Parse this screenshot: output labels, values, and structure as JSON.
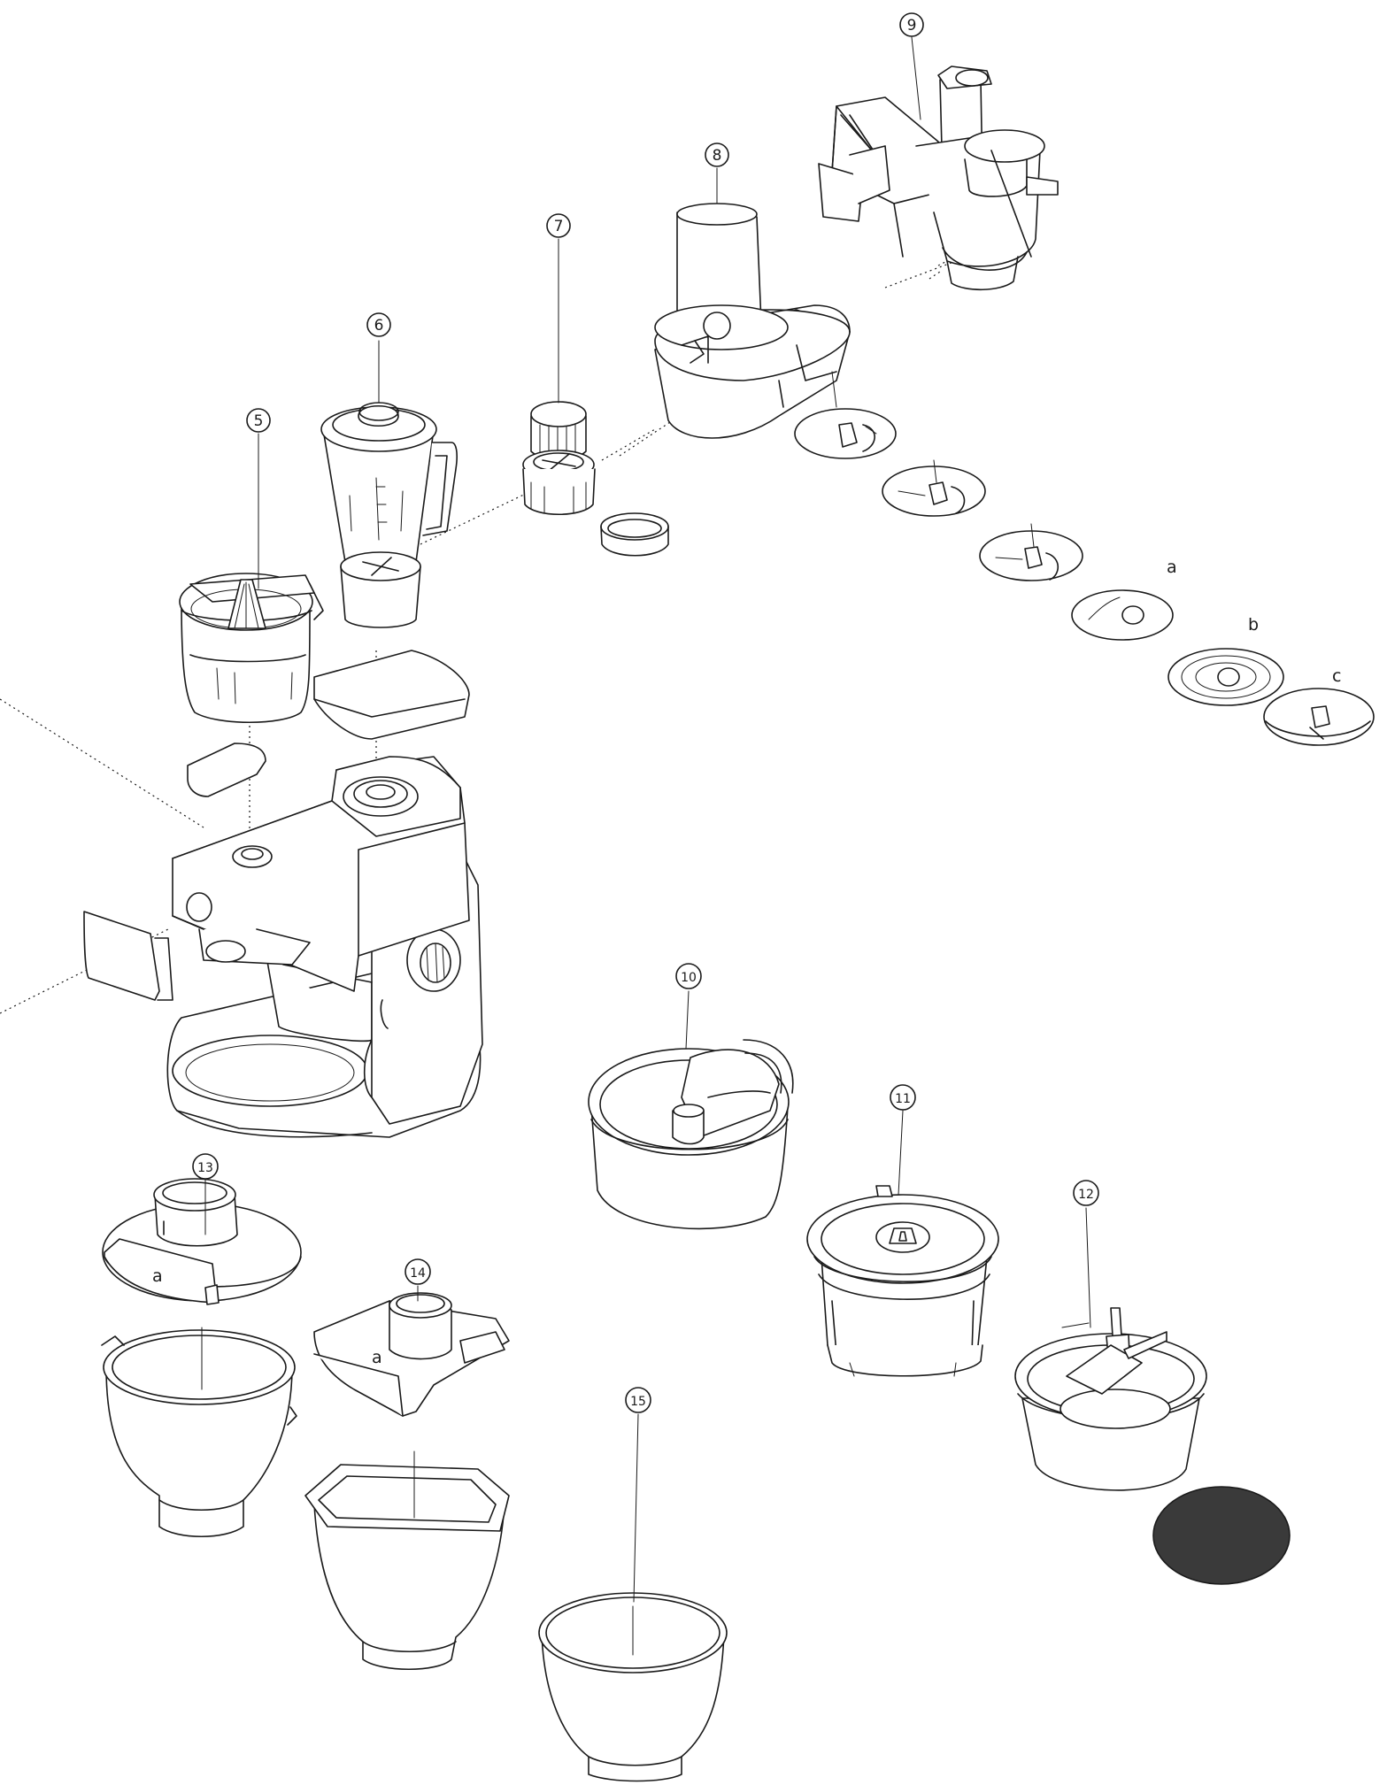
{
  "callouts": [
    "5",
    "6",
    "7",
    "8",
    "9",
    "10",
    "11",
    "12",
    "13",
    "14",
    "15"
  ],
  "sub_labels": {
    "disc_a": "a",
    "disc_b": "b",
    "disc_c": "c",
    "lid_13": "a",
    "lid_14": "a"
  }
}
